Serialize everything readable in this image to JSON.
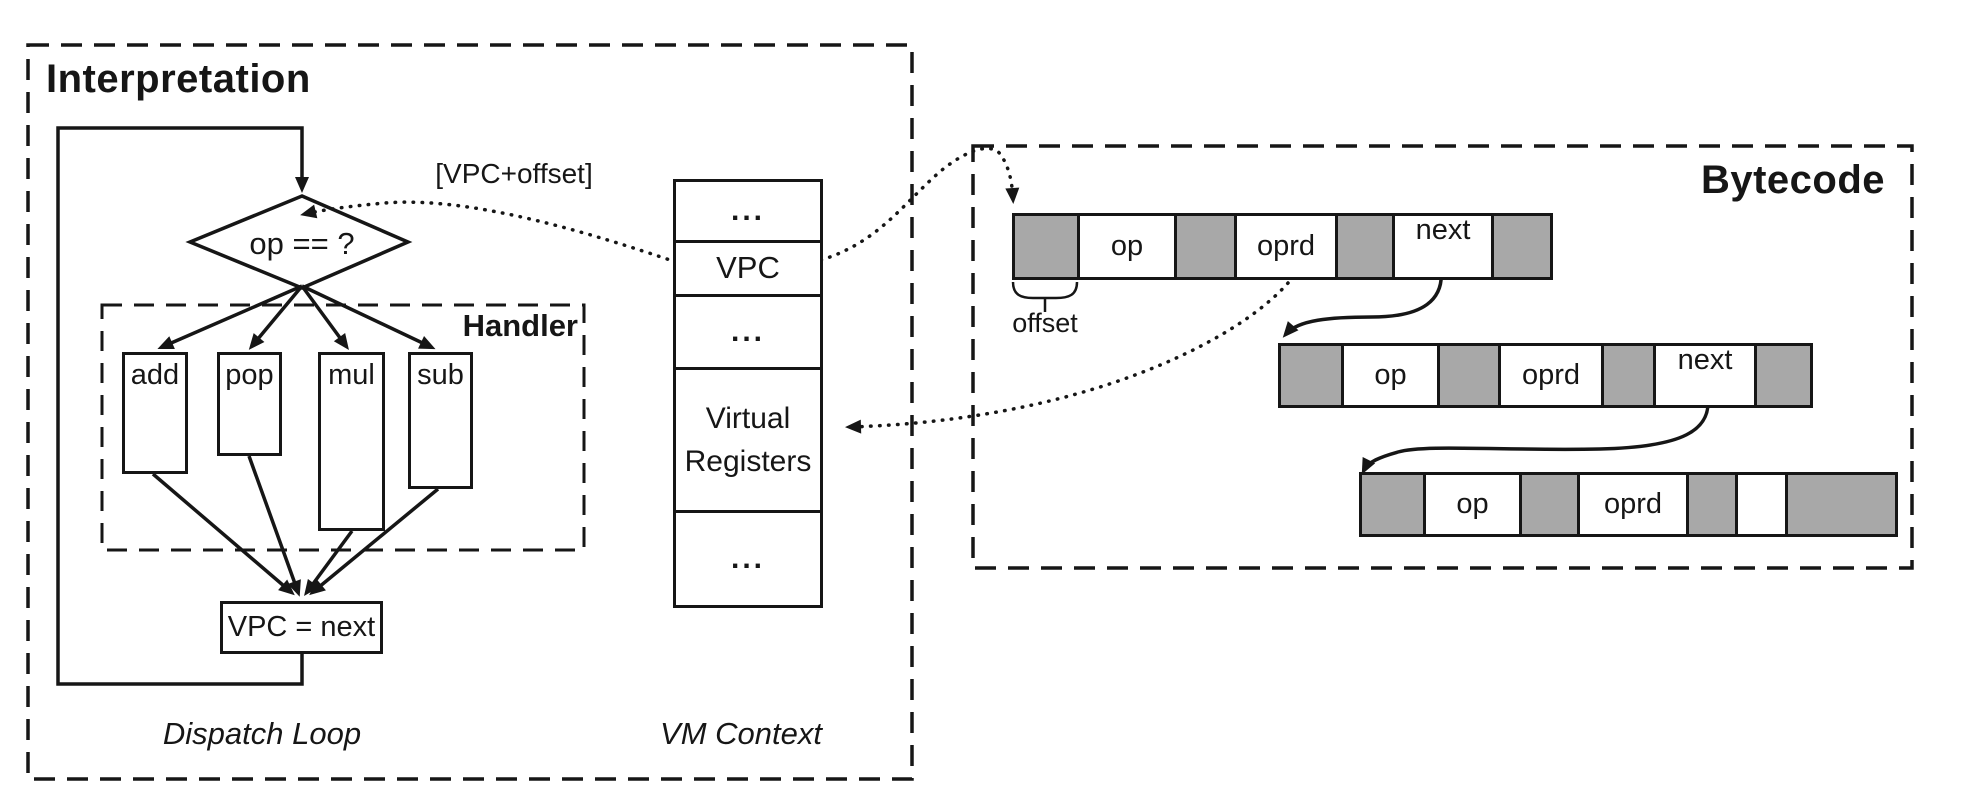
{
  "interpretation": {
    "title": "Interpretation",
    "condition": "op == ?",
    "vpc_offset_label": "[VPC+offset]",
    "handler": {
      "title": "Handler",
      "items": [
        "add",
        "pop",
        "mul",
        "sub"
      ]
    },
    "assign_box": "VPC = next",
    "caption": "Dispatch Loop"
  },
  "vm_context": {
    "caption": "VM Context",
    "rows": [
      "...",
      "VPC",
      "...",
      "Virtual Registers",
      "..."
    ]
  },
  "bytecode": {
    "title": "Bytecode",
    "offset_label": "offset",
    "colors": {
      "cell_gray": "#a8a8a8",
      "line": "#161616"
    },
    "rows": [
      {
        "cells": [
          {
            "type": "gray",
            "label": ""
          },
          {
            "type": "white",
            "label": "op"
          },
          {
            "type": "gray",
            "label": ""
          },
          {
            "type": "white",
            "label": "oprd"
          },
          {
            "type": "gray",
            "label": ""
          },
          {
            "type": "white",
            "label": "next",
            "pointer": true
          },
          {
            "type": "gray",
            "label": ""
          }
        ]
      },
      {
        "cells": [
          {
            "type": "gray",
            "label": ""
          },
          {
            "type": "white",
            "label": "op"
          },
          {
            "type": "gray",
            "label": ""
          },
          {
            "type": "white",
            "label": "oprd"
          },
          {
            "type": "gray",
            "label": ""
          },
          {
            "type": "white",
            "label": "next",
            "pointer": true
          },
          {
            "type": "gray",
            "label": ""
          }
        ]
      },
      {
        "cells": [
          {
            "type": "gray",
            "label": ""
          },
          {
            "type": "white",
            "label": "op"
          },
          {
            "type": "gray",
            "label": ""
          },
          {
            "type": "white",
            "label": "oprd"
          },
          {
            "type": "gray",
            "label": ""
          },
          {
            "type": "white",
            "label": ""
          },
          {
            "type": "gray",
            "label": ""
          }
        ]
      }
    ]
  }
}
